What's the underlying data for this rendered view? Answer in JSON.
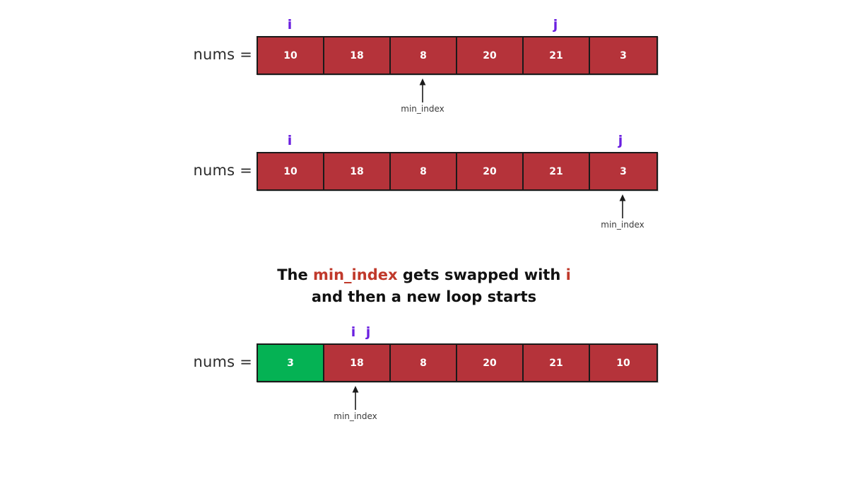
{
  "diagram": {
    "title_note": {
      "line1_prefix": "The ",
      "line1_highlight": "min_index",
      "line1_middle": " gets swapped with ",
      "line1_suffix": "i",
      "line2": "and then a new loop starts"
    },
    "colors": {
      "cell_red": "#b5333a",
      "cell_green": "#05b254",
      "pointer_purple": "#6a1fe0",
      "highlight_red": "#c0392b",
      "border_black": "#1a1a1a",
      "background": "#ffffff"
    },
    "marker_caption": "min_index",
    "rows": [
      {
        "id": "row-1",
        "label": "nums =",
        "cells": [
          {
            "value": "10",
            "state": "normal"
          },
          {
            "value": "18",
            "state": "normal"
          },
          {
            "value": "8",
            "state": "normal"
          },
          {
            "value": "20",
            "state": "normal"
          },
          {
            "value": "21",
            "state": "normal"
          },
          {
            "value": "3",
            "state": "normal"
          }
        ],
        "pointers": [
          {
            "label": "i",
            "cell_index": 0
          },
          {
            "label": "j",
            "cell_index": 4
          }
        ],
        "min_index_cell": 2
      },
      {
        "id": "row-2",
        "label": "nums =",
        "cells": [
          {
            "value": "10",
            "state": "normal"
          },
          {
            "value": "18",
            "state": "normal"
          },
          {
            "value": "8",
            "state": "normal"
          },
          {
            "value": "20",
            "state": "normal"
          },
          {
            "value": "21",
            "state": "normal"
          },
          {
            "value": "3",
            "state": "normal"
          }
        ],
        "pointers": [
          {
            "label": "i",
            "cell_index": 0
          },
          {
            "label": "j",
            "cell_index": 5
          }
        ],
        "min_index_cell": 5
      },
      {
        "id": "row-3",
        "label": "nums =",
        "cells": [
          {
            "value": "3",
            "state": "sorted"
          },
          {
            "value": "18",
            "state": "normal"
          },
          {
            "value": "8",
            "state": "normal"
          },
          {
            "value": "20",
            "state": "normal"
          },
          {
            "value": "21",
            "state": "normal"
          },
          {
            "value": "10",
            "state": "normal"
          }
        ],
        "pointers": [
          {
            "label": "i",
            "cell_index": 1,
            "offset": -11
          },
          {
            "label": "j",
            "cell_index": 1,
            "offset": 11
          }
        ],
        "min_index_cell": 1
      }
    ]
  }
}
